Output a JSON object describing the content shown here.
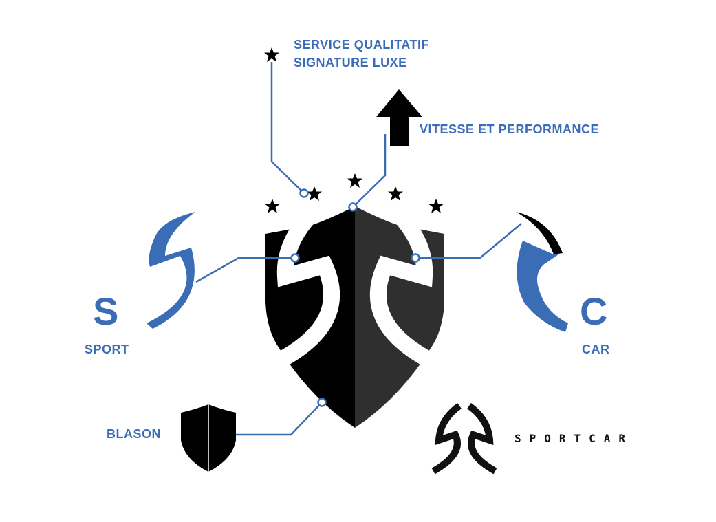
{
  "labels": {
    "service_line1": "SERVICE QUALITATIF",
    "service_line2": "SIGNATURE LUXE",
    "speed": "VITESSE ET PERFORMANCE",
    "s_letter": "S",
    "sport": "SPORT",
    "c_letter": "C",
    "car": "CAR",
    "blason": "BLASON"
  },
  "brand": {
    "name": "SPORTCAR"
  },
  "colors": {
    "accent": "#3a6db5",
    "black": "#000000",
    "dark_gray": "#2f2f2f"
  }
}
